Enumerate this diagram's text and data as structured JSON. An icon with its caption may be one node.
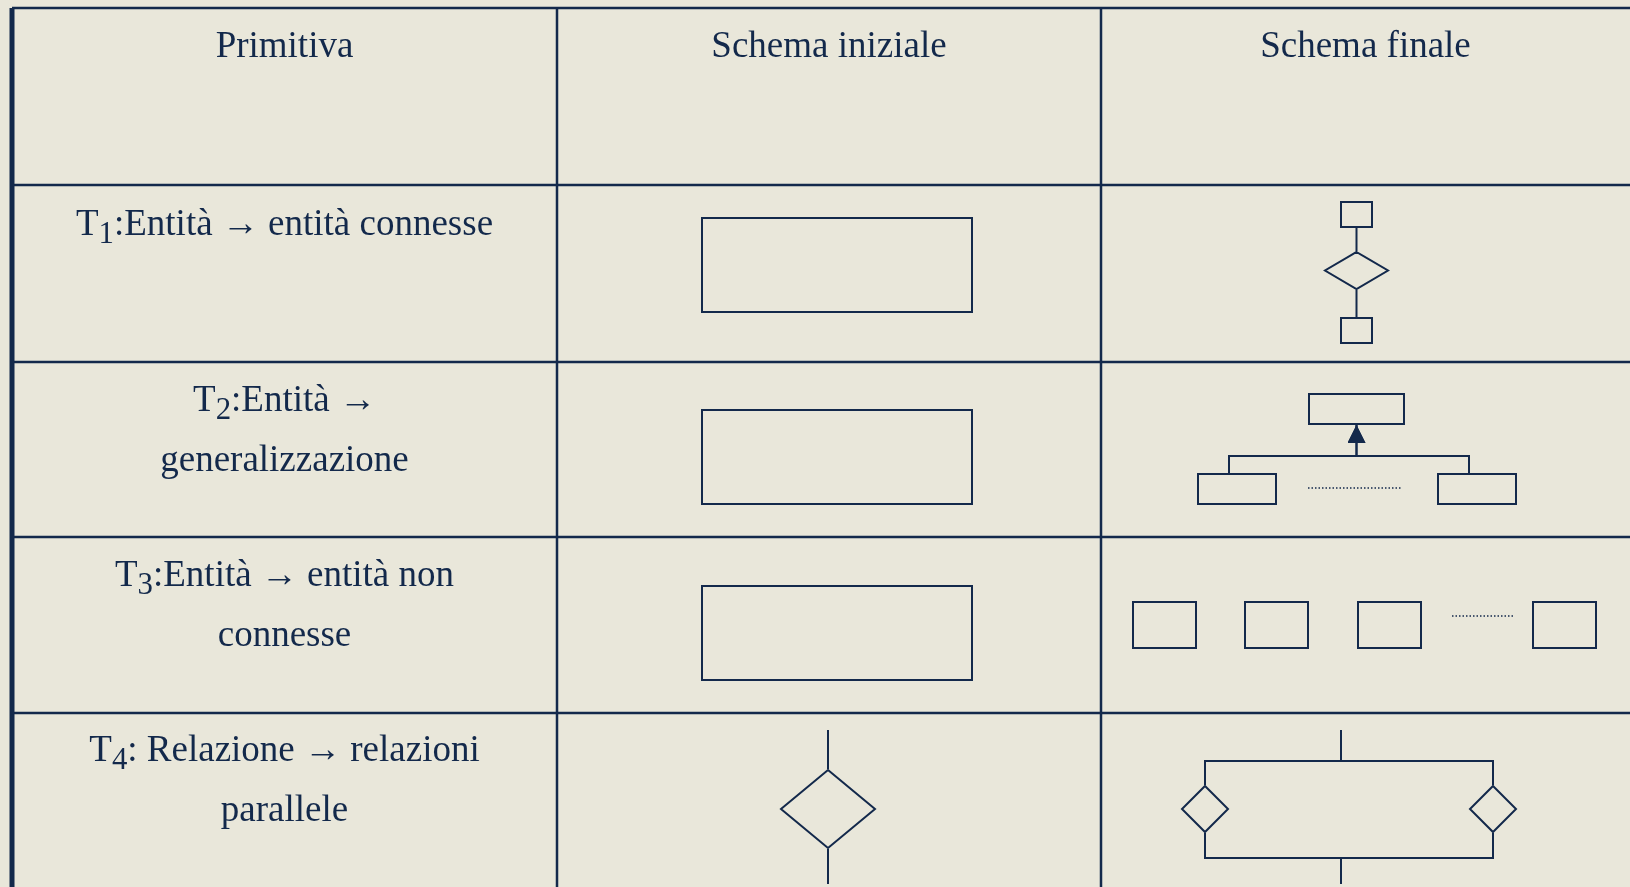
{
  "diagram": {
    "nodes": [
      {
        "text": [],
        "shape": "box"
      },
      {
        "text": [],
        "shape": "box"
      },
      {
        "text": [],
        "shape": "diamond"
      },
      {
        "text": [],
        "shape": "box"
      },
      {
        "text": [],
        "shape": "box"
      },
      {
        "text": [],
        "shape": "box"
      },
      {
        "text": [],
        "shape": "box"
      },
      {
        "text": [],
        "shape": "box"
      },
      {
        "text": [],
        "shape": "box"
      },
      {
        "text": [],
        "shape": "box"
      },
      {
        "text": [],
        "shape": "box"
      },
      {
        "text": [],
        "shape": "box"
      },
      {
        "text": [],
        "shape": "box"
      },
      {
        "text": [],
        "shape": "diamond"
      },
      {
        "text": [],
        "shape": "diamond"
      },
      {
        "text": [],
        "shape": "diamond"
      }
    ],
    "edges": [
      {
        "from": 1,
        "to": 2,
        "arrow": "none"
      },
      {
        "from": 2,
        "to": 3,
        "arrow": "none"
      },
      {
        "from": 6,
        "to": 5,
        "arrow": "to"
      },
      {
        "from": 7,
        "to": 5,
        "arrow": "to"
      },
      {
        "from": null,
        "to": 13,
        "arrow": "none"
      },
      {
        "from": 13,
        "to": null,
        "arrow": "none"
      },
      {
        "from": null,
        "to": 14,
        "arrow": "none"
      },
      {
        "from": null,
        "to": 15,
        "arrow": "none"
      },
      {
        "from": 14,
        "to": null,
        "arrow": "none"
      },
      {
        "from": 15,
        "to": null,
        "arrow": "none"
      }
    ],
    "labels": [
      "Primitiva",
      "Schema iniziale",
      "Schema finale",
      "T$_{1}$:Entità → entità connesse",
      "T$_{2}$:Entità → generalizzazione",
      "T$_{3}$:Entità → entità non connesse",
      "T$_{4}$: Relazione → relazioni parallele"
    ]
  }
}
